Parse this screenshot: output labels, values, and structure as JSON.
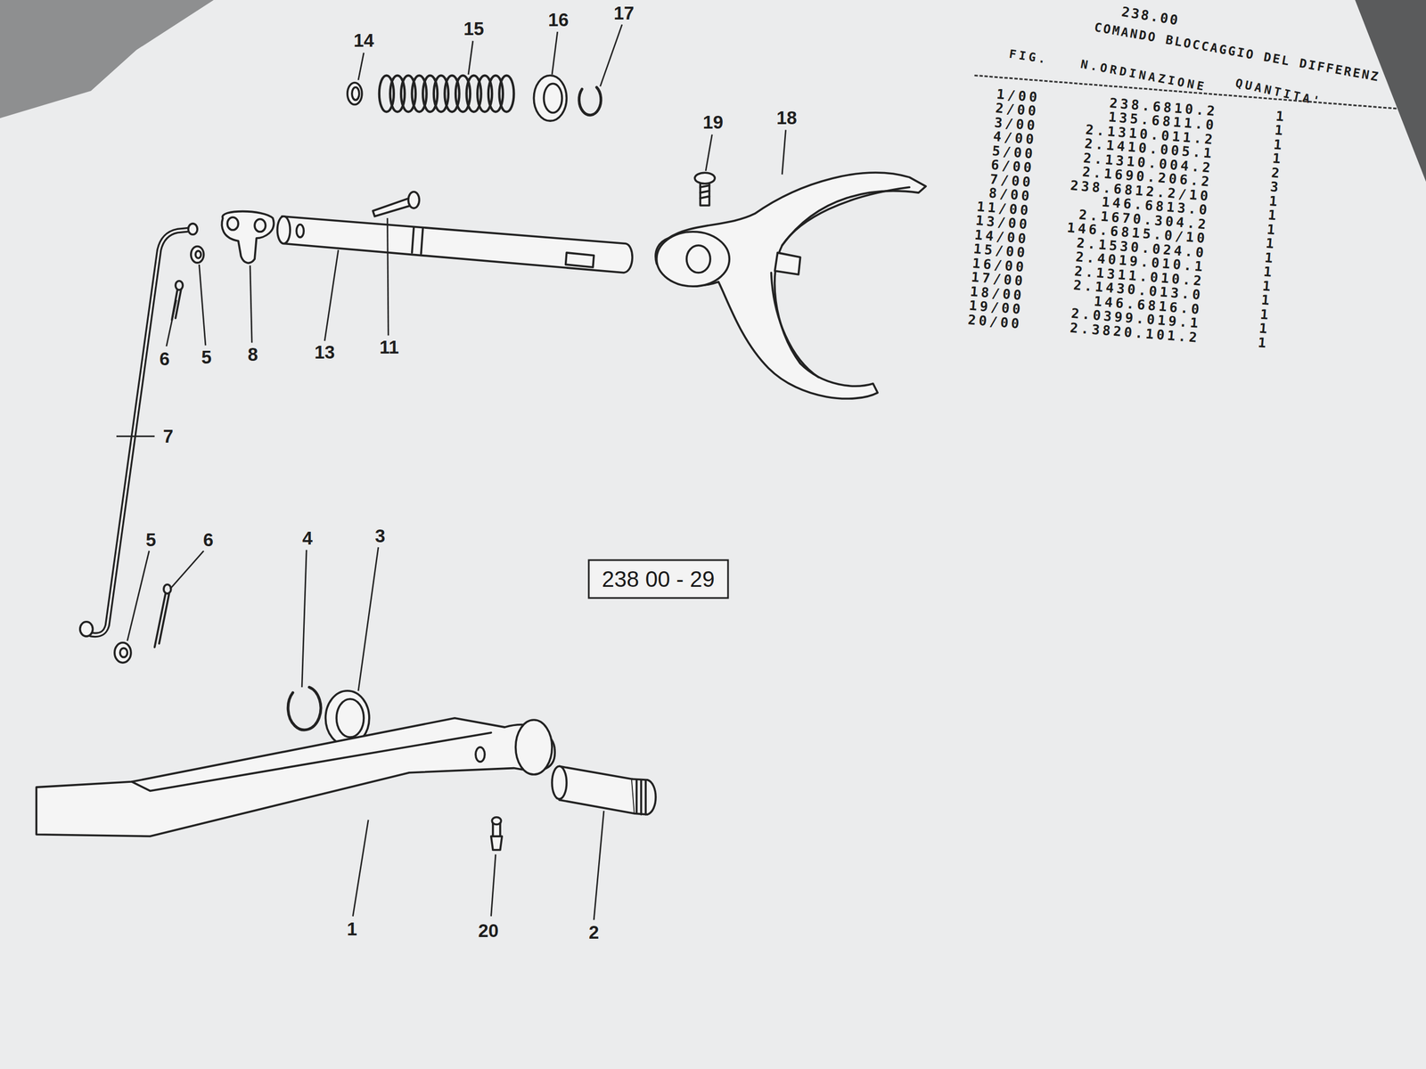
{
  "diagram": {
    "nodes": [
      {
        "text": [
          "238 00 - 29"
        ]
      }
    ],
    "labels": [
      "238.00",
      "COMANDO BLOCCAGGIO DEL DIFFERENZ",
      "FIG.",
      "N.ORDINAZIONE",
      "QUANTITA'",
      "1/00",
      "238.6810.2",
      "1",
      "2/00",
      "135.6811.0",
      "1",
      "3/00",
      "2.1310.011.2",
      "1",
      "4/00",
      "2.1410.005.1",
      "1",
      "5/00",
      "2.1310.004.2",
      "2",
      "6/00",
      "2.1690.206.2",
      "3",
      "7/00",
      "238.6812.2/10",
      "1",
      "8/00",
      "146.6813.0",
      "1",
      "11/00",
      "2.1670.304.2",
      "1",
      "13/00",
      "146.6815.0/10",
      "1",
      "14/00",
      "2.1530.024.0",
      "1",
      "15/00",
      "2.4019.010.1",
      "1",
      "16/00",
      "2.1311.010.2",
      "1",
      "17/00",
      "2.1430.013.0",
      "1",
      "18/00",
      "146.6816.0",
      "1",
      "19/00",
      "2.0399.019.1",
      "1",
      "20/00",
      "2.3820.101.2",
      "1",
      "14",
      "15",
      "16",
      "17",
      "19",
      "18",
      "6",
      "5",
      "8",
      "13",
      "11",
      "7",
      "5",
      "6",
      "4",
      "3",
      "1",
      "20",
      "2"
    ]
  }
}
